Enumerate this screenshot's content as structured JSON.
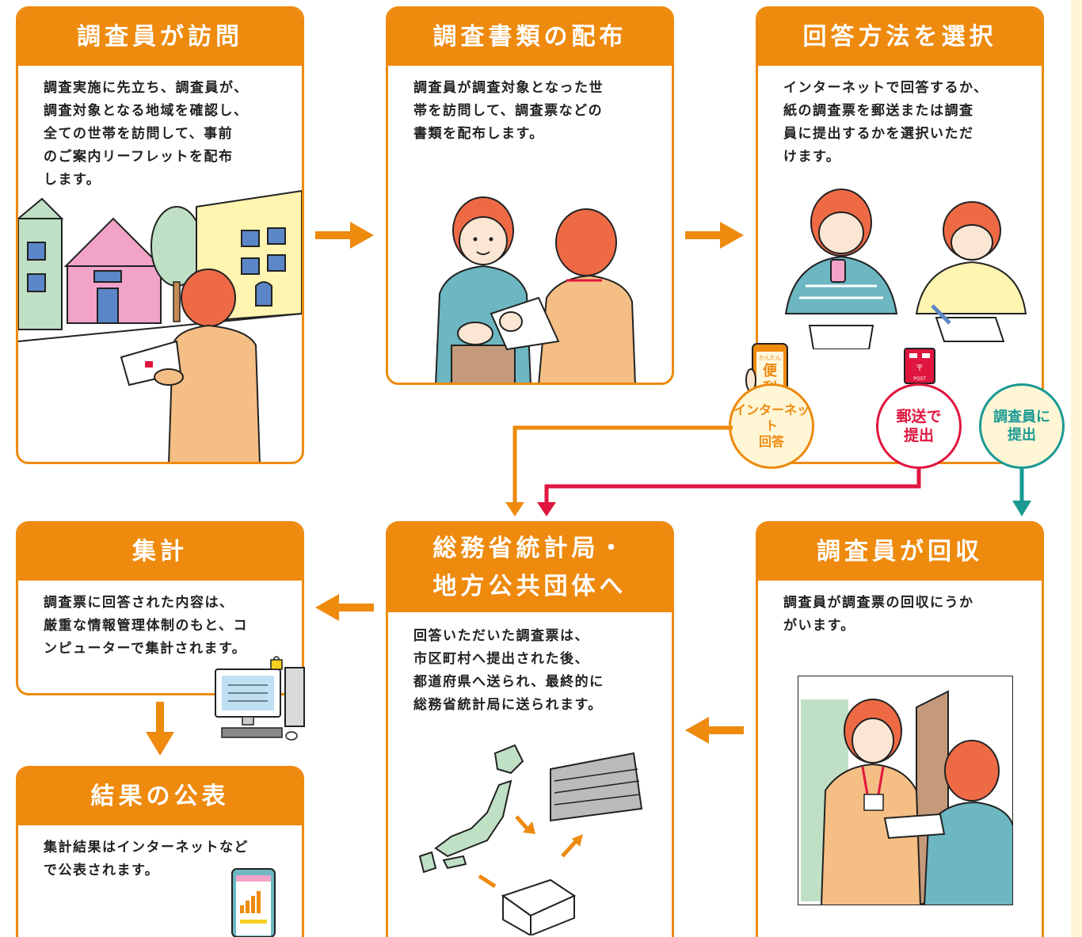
{
  "colors": {
    "orange": "#ee8a0e",
    "red": "#e0163f",
    "teal": "#1a9a93",
    "background_strip": "#fff6d6"
  },
  "steps": {
    "visit": {
      "title": "調査員が訪問",
      "lines": [
        "調査実施に先立ち、調査員が、",
        "調査対象となる地域を確認し、",
        "全ての世帯を訪問して、事前",
        "のご案内リーフレットを配布",
        "します。"
      ]
    },
    "distribute": {
      "title": "調査書類の配布",
      "lines": [
        "調査員が調査対象となった世",
        "帯を訪問して、調査票などの",
        "書類を配布します。"
      ]
    },
    "choose": {
      "title": "回答方法を選択",
      "lines": [
        "インターネットで回答するか、",
        "紙の調査票を郵送または調査",
        "員に提出するかを選択いただ",
        "けます。"
      ]
    },
    "collect": {
      "title": "調査員が回収",
      "lines": [
        "調査員が調査票の回収にうか",
        "がいます。"
      ]
    },
    "bureau": {
      "title_line1": "総務省統計局・",
      "title_line2": "地方公共団体へ",
      "lines": [
        "回答いただいた調査票は、",
        "市区町村へ提出された後、",
        "都道府県へ送られ、最終的に",
        "総務省統計局に送られます。"
      ]
    },
    "tally": {
      "title": "集計",
      "lines": [
        "調査票に回答された内容は、",
        "厳重な情報管理体制のもと、コ",
        "ンピューターで集計されます。"
      ]
    },
    "publish": {
      "title": "結果の公表",
      "lines": [
        "集計結果はインターネットなど",
        "で公表されます。"
      ]
    }
  },
  "options": {
    "internet": {
      "line1": "インターネット",
      "line2": "回答",
      "phone_small": "かんたん",
      "phone_big1": "便",
      "phone_big2": "利"
    },
    "mail": {
      "line1": "郵送で",
      "line2": "提出",
      "post_label": "POST"
    },
    "enumerator": {
      "line1": "調査員に",
      "line2": "提出"
    }
  }
}
